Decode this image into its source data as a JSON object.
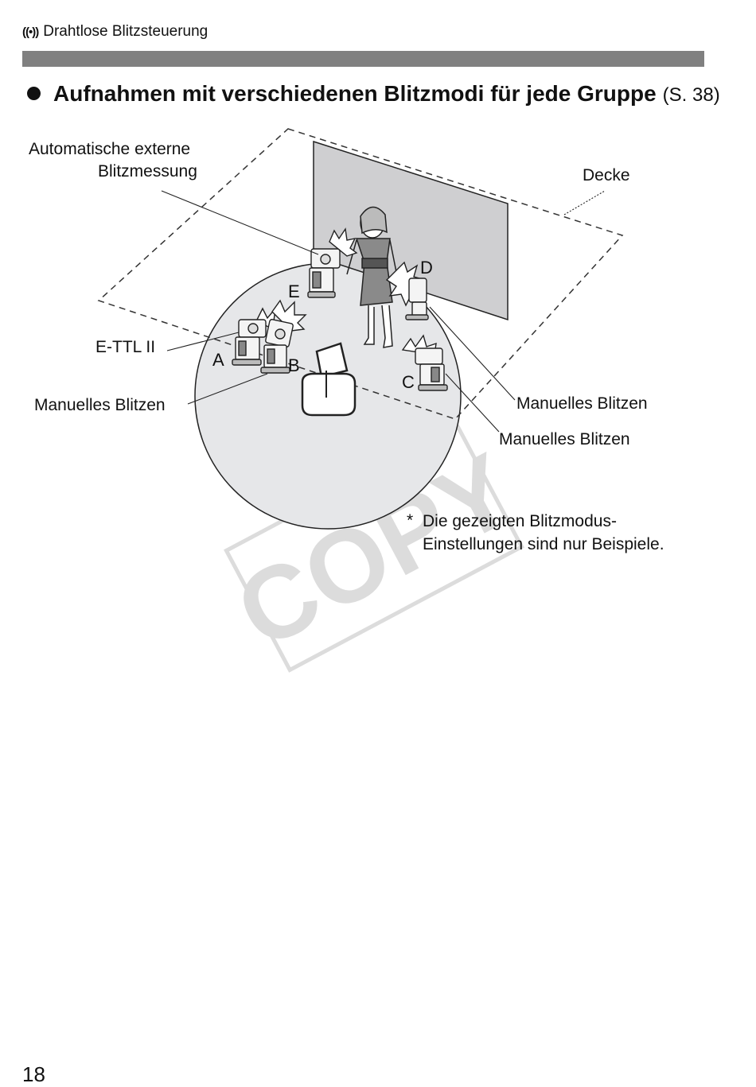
{
  "header": {
    "section_icon": "wireless-icon",
    "section_title": "Drahtlose Blitzsteuerung"
  },
  "heading": {
    "title": "Aufnahmen mit verschiedenen Blitzmodi für jede Gruppe",
    "page_ref": "(S. 38)"
  },
  "diagram": {
    "labels": {
      "auto_line1": "Automatische externe",
      "auto_line2": "Blitzmessung",
      "ceiling": "Decke",
      "ettl": "E-TTL II",
      "manual_left": "Manuelles Blitzen",
      "manual_right_top": "Manuelles Blitzen",
      "manual_right_bottom": "Manuelles Blitzen"
    },
    "groups": {
      "a": "A",
      "b": "B",
      "c": "C",
      "d": "D",
      "e": "E"
    },
    "note": {
      "asterisk": "*",
      "line1": "Die gezeigten Blitzmodus-",
      "line2": "Einstellungen sind nur Beispiele."
    },
    "watermark": "COPY"
  },
  "footer": {
    "page_number": "18"
  },
  "colors": {
    "bar": "#808080",
    "floor": "#e6e7e9",
    "wall": "#cfcfd1",
    "watermark": "#d9d9d9"
  }
}
